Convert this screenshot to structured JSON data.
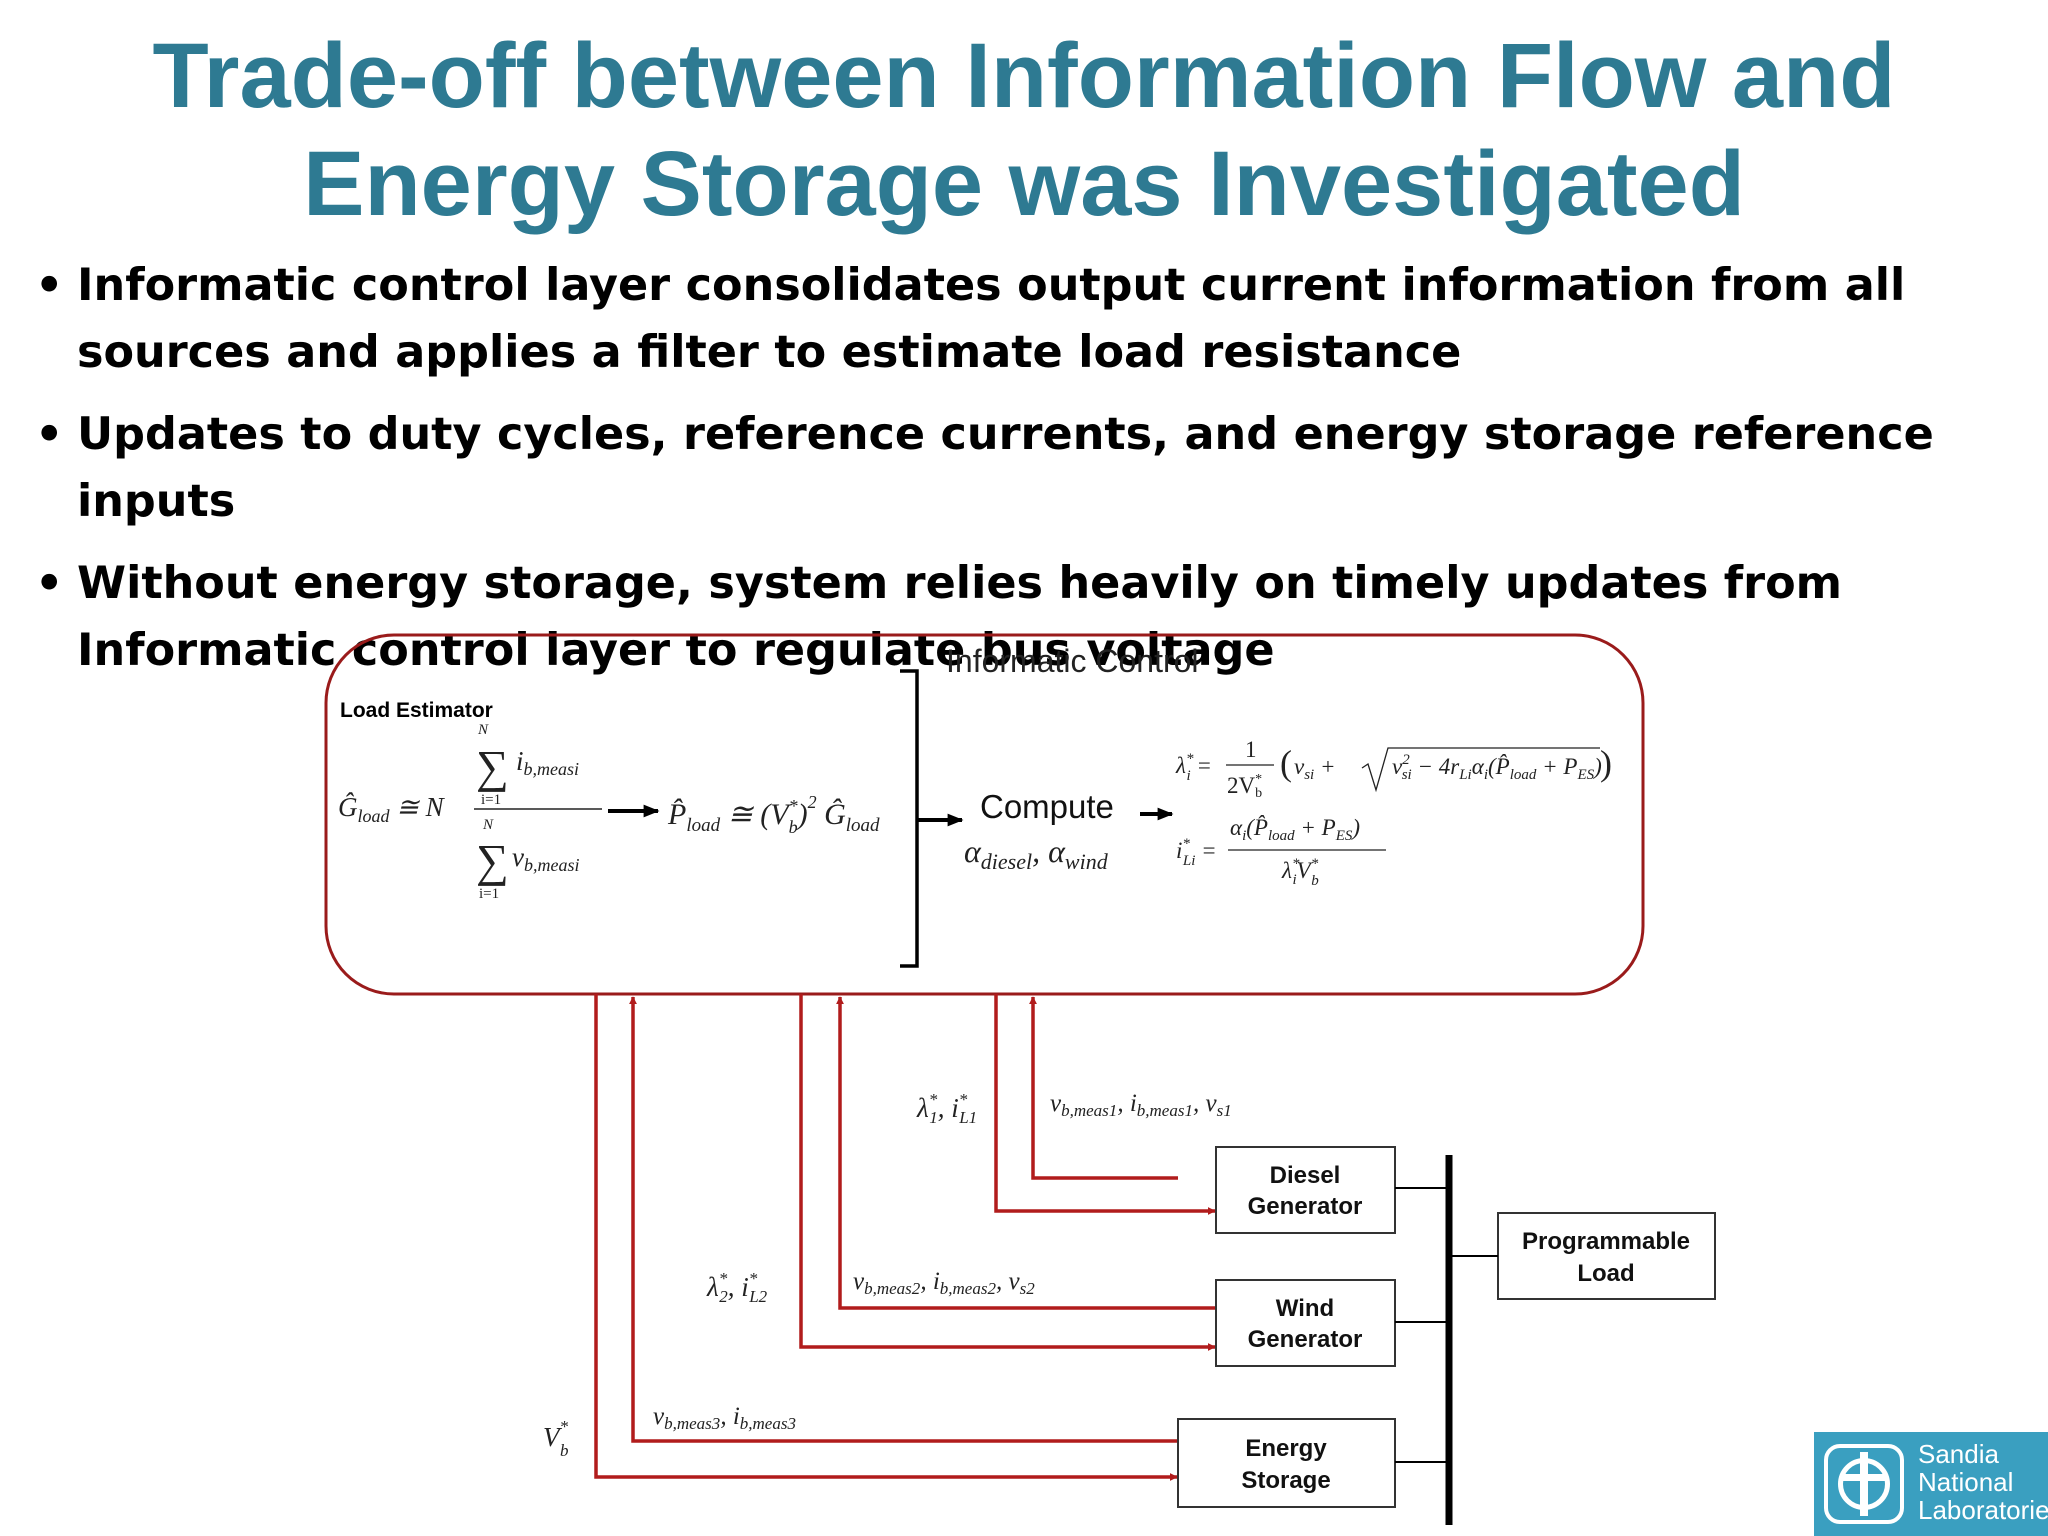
{
  "title": {
    "line1": "Trade-off between Information Flow and",
    "line2": "Energy Storage was Investigated"
  },
  "bullets": [
    "Informatic control layer consolidates output current information from all sources and applies a filter to estimate load resistance",
    "Updates to duty cycles, reference currents, and energy storage reference inputs",
    "Without energy storage, system relies heavily on timely updates from Informatic control layer to regulate bus voltage"
  ],
  "bullet_symbol": "•",
  "diagram": {
    "informatic_control_label": "Informatic Control",
    "load_estimator_label": "Load Estimator",
    "compute_label": "Compute",
    "boxes": {
      "diesel": [
        "Diesel",
        "Generator"
      ],
      "wind": [
        "Wind",
        "Generator"
      ],
      "storage": [
        "Energy",
        "Storage"
      ],
      "load": [
        "Programmable",
        "Load"
      ]
    },
    "colors": {
      "signal": "#b11c1c",
      "box_border": "#9a1b1b",
      "line": "#000000"
    }
  },
  "logo": {
    "lines": [
      "Sandia",
      "National",
      "Laboratories"
    ],
    "color": "#3a9fc0"
  }
}
